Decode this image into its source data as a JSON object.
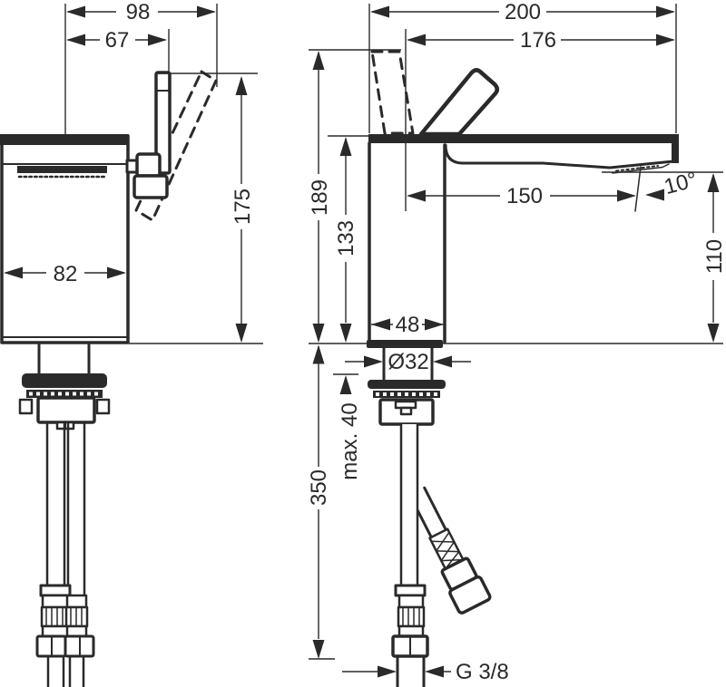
{
  "drawing": {
    "type": "technical-dimension-drawing",
    "subject": "single-lever basin mixer faucet, front and side installation views",
    "background_color": "#ffffff",
    "line_color": "#2a2a2a",
    "front_view": {
      "dims": {
        "total_width": "98",
        "handle_width": "67",
        "total_height": "175",
        "body_width": "82"
      }
    },
    "side_view": {
      "dims": {
        "total_depth": "200",
        "handle_depth": "176",
        "total_height": "189",
        "deck_height": "133",
        "spout_reach": "150",
        "spout_angle": "10°",
        "outlet_height": "110",
        "base_depth": "48",
        "shank_diameter": "Ø32",
        "max_mounting_thickness": "max. 40",
        "supply_length": "350",
        "thread_size": "G 3/8"
      }
    }
  }
}
